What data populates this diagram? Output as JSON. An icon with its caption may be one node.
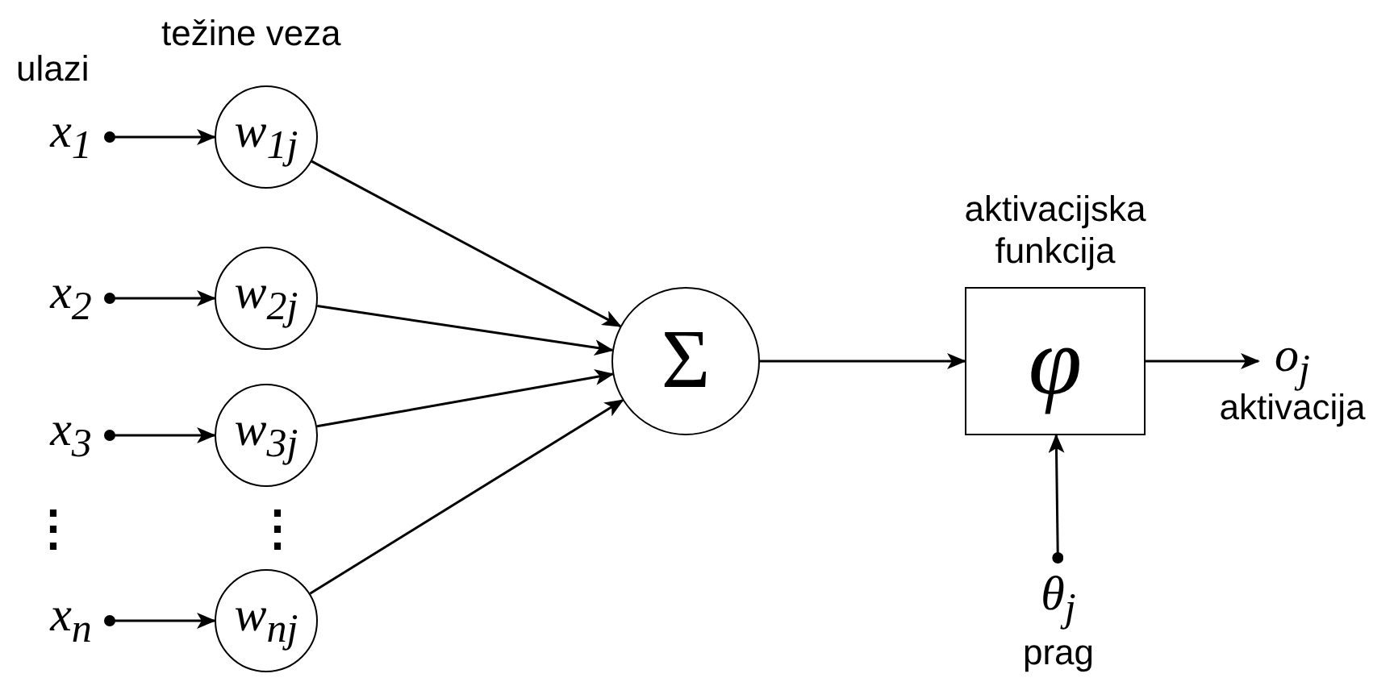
{
  "diagram": {
    "nodes": [
      {
        "text": [
          "x$_{1}$"
        ]
      },
      {
        "text": [
          "w$_{1j}$"
        ]
      },
      {
        "text": [
          "x$_{2}$"
        ]
      },
      {
        "text": [
          "w$_{2j}$"
        ]
      },
      {
        "text": [
          "x$_{3}$"
        ]
      },
      {
        "text": [
          "w$_{3j}$"
        ]
      },
      {
        "text": [
          "x$_{n}$"
        ]
      },
      {
        "text": [
          "w$_{nj}$"
        ]
      },
      {
        "text": [
          "Σ"
        ]
      },
      {
        "text": [
          "aktivacijska funkcija",
          "φ"
        ]
      },
      {
        "text": [
          "o$_{j}$"
        ],
        "beside": [
          "aktivacija"
        ]
      },
      {
        "text": [
          "θ$_{j}$"
        ],
        "beside": [
          "prag"
        ]
      }
    ],
    "edges": [
      {
        "from": 0,
        "to": 1,
        "arrow": "to"
      },
      {
        "from": 1,
        "to": 8,
        "arrow": "to"
      },
      {
        "from": 2,
        "to": 3,
        "arrow": "to"
      },
      {
        "from": 3,
        "to": 8,
        "arrow": "to"
      },
      {
        "from": 4,
        "to": 5,
        "arrow": "to"
      },
      {
        "from": 5,
        "to": 8,
        "arrow": "to"
      },
      {
        "from": 6,
        "to": 7,
        "arrow": "to"
      },
      {
        "from": 7,
        "to": 8,
        "arrow": "to"
      },
      {
        "from": 8,
        "to": 9,
        "arrow": "to"
      },
      {
        "from": 9,
        "to": 10,
        "arrow": "to"
      },
      {
        "from": 11,
        "to": 9,
        "arrow": "to"
      }
    ],
    "labels": [
      "ulazi",
      "težine veza",
      "⋮",
      "⋮"
    ]
  }
}
